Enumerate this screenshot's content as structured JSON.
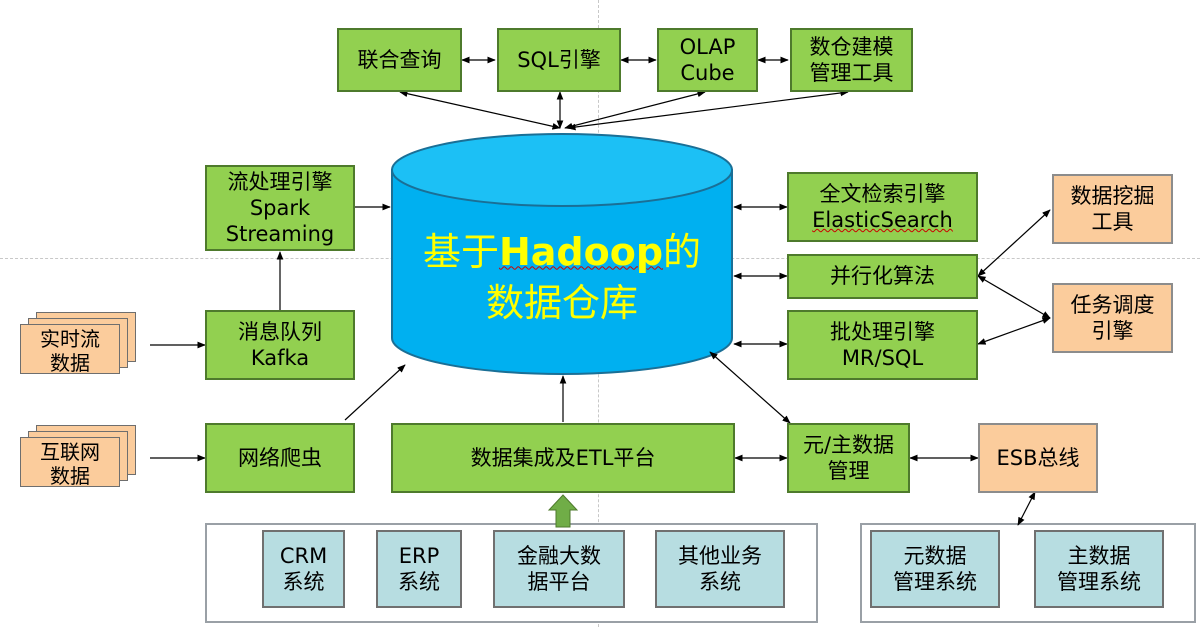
{
  "top": {
    "federated_query": "联合查询",
    "sql_engine": "SQL引擎",
    "olap_line1": "OLAP",
    "olap_line2": "Cube",
    "modeling_line1": "数仓建模",
    "modeling_line2": "管理工具"
  },
  "center": {
    "title_prefix": "基于",
    "title_brand": "Hadoop",
    "title_suffix": "的",
    "title_line2": "数据仓库"
  },
  "left": {
    "stream_line1": "流处理引擎",
    "stream_line2": "Spark",
    "stream_line3": "Streaming",
    "mq_line1": "消息队列",
    "mq_line2": "Kafka",
    "crawler": "网络爬虫",
    "realtime_line1": "实时流",
    "realtime_line2": "数据",
    "internet_line1": "互联网",
    "internet_line2": "数据"
  },
  "right": {
    "search_line1": "全文检索引擎",
    "search_line2": "ElasticSearch",
    "parallel": "并行化算法",
    "batch_line1": "批处理引擎",
    "batch_line2": "MR/SQL",
    "mining_line1": "数据挖掘",
    "mining_line2": "工具",
    "scheduler_line1": "任务调度",
    "scheduler_line2": "引擎",
    "metadata_line1": "元/主数据",
    "metadata_line2": "管理",
    "esb": "ESB总线"
  },
  "bottom": {
    "etl": "数据集成及ETL平台",
    "crm_line1": "CRM",
    "crm_line2": "系统",
    "erp_line1": "ERP",
    "erp_line2": "系统",
    "finance_line1": "金融大数",
    "finance_line2": "据平台",
    "other_line1": "其他业务",
    "other_line2": "系统",
    "meta_sys_line1": "元数据",
    "meta_sys_line2": "管理系统",
    "master_sys_line1": "主数据",
    "master_sys_line2": "管理系统"
  },
  "colors": {
    "box_green": "#92d050",
    "box_orange": "#fbcc9c",
    "box_teal": "#b7dde1",
    "cylinder_blue": "#00b0f0",
    "center_text": "#ffff00",
    "feed_arrow": "#70ad47"
  }
}
